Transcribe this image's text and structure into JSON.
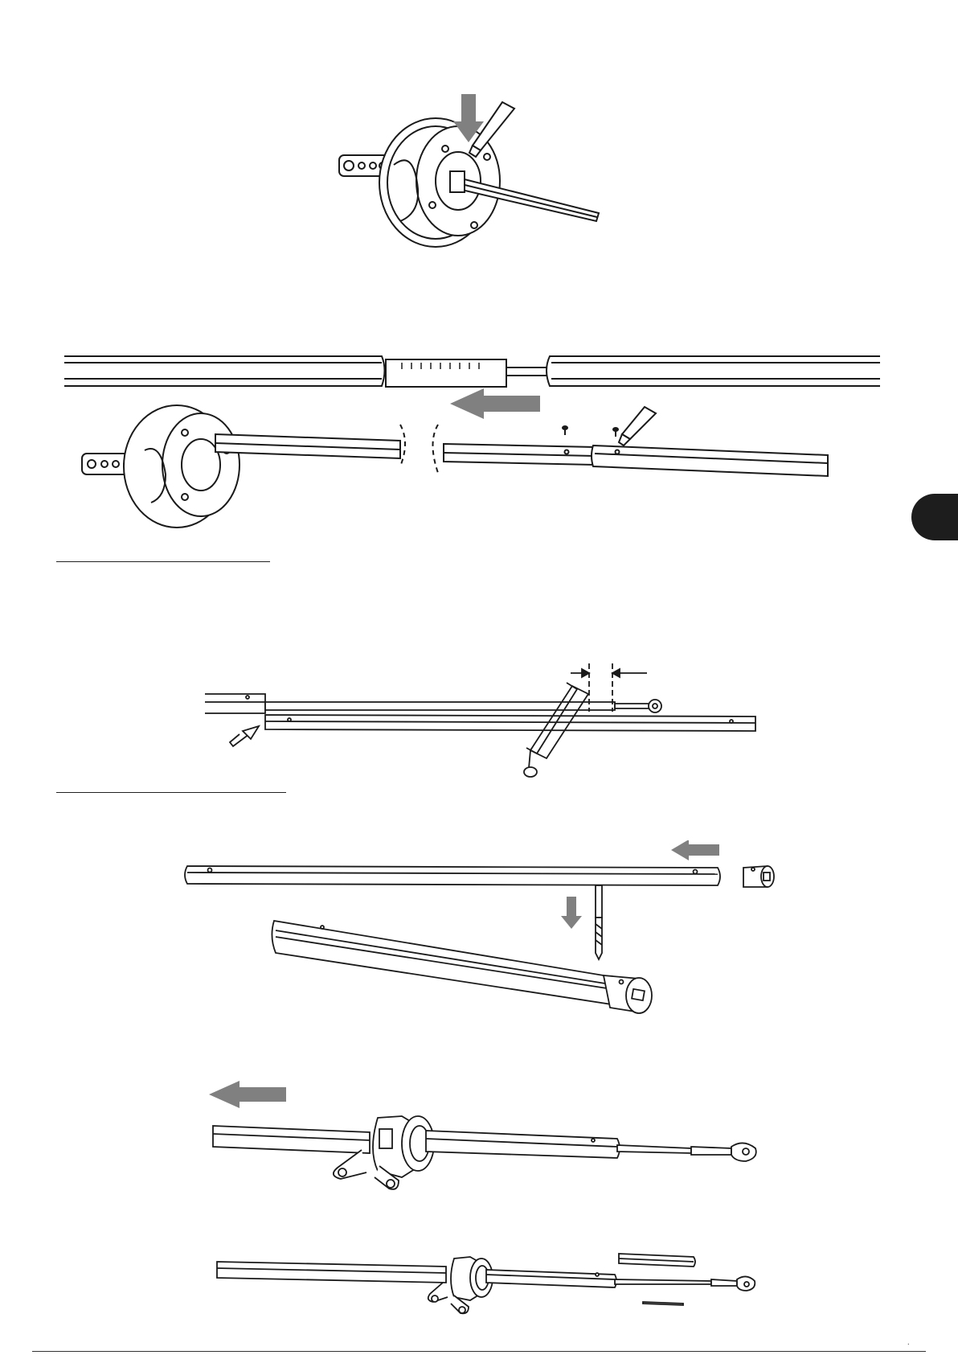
{
  "page": {
    "side_tab_color": "#1d1d1d",
    "arrow_color": "#808080",
    "line_color": "#1a1a1a",
    "page_mark": "·"
  },
  "figures": [
    {
      "id": "wheel-closeup",
      "depicts": [
        "drive-wheel",
        "shaft",
        "marker-pen",
        "push-arrow"
      ]
    },
    {
      "id": "tube-slide",
      "depicts": [
        "split-tube",
        "slide-arrow"
      ]
    },
    {
      "id": "wheel-shaft-assembly",
      "depicts": [
        "drive-wheel",
        "long-shaft",
        "screws",
        "marker-pen"
      ]
    },
    {
      "id": "cut-with-saw",
      "depicts": [
        "tube",
        "cable-eyelet",
        "hacksaw",
        "dimension-marker"
      ]
    },
    {
      "id": "drill-and-cap",
      "depicts": [
        "tube",
        "end-cap",
        "drill-bit",
        "assembled-tube"
      ]
    },
    {
      "id": "bearing-slide",
      "depicts": [
        "bearing-bracket",
        "tube",
        "cable-eyelet",
        "slide-arrow"
      ]
    },
    {
      "id": "final-assembly",
      "depicts": [
        "bearing-bracket",
        "tube",
        "insert",
        "cable-eyelet",
        "pin"
      ]
    }
  ]
}
